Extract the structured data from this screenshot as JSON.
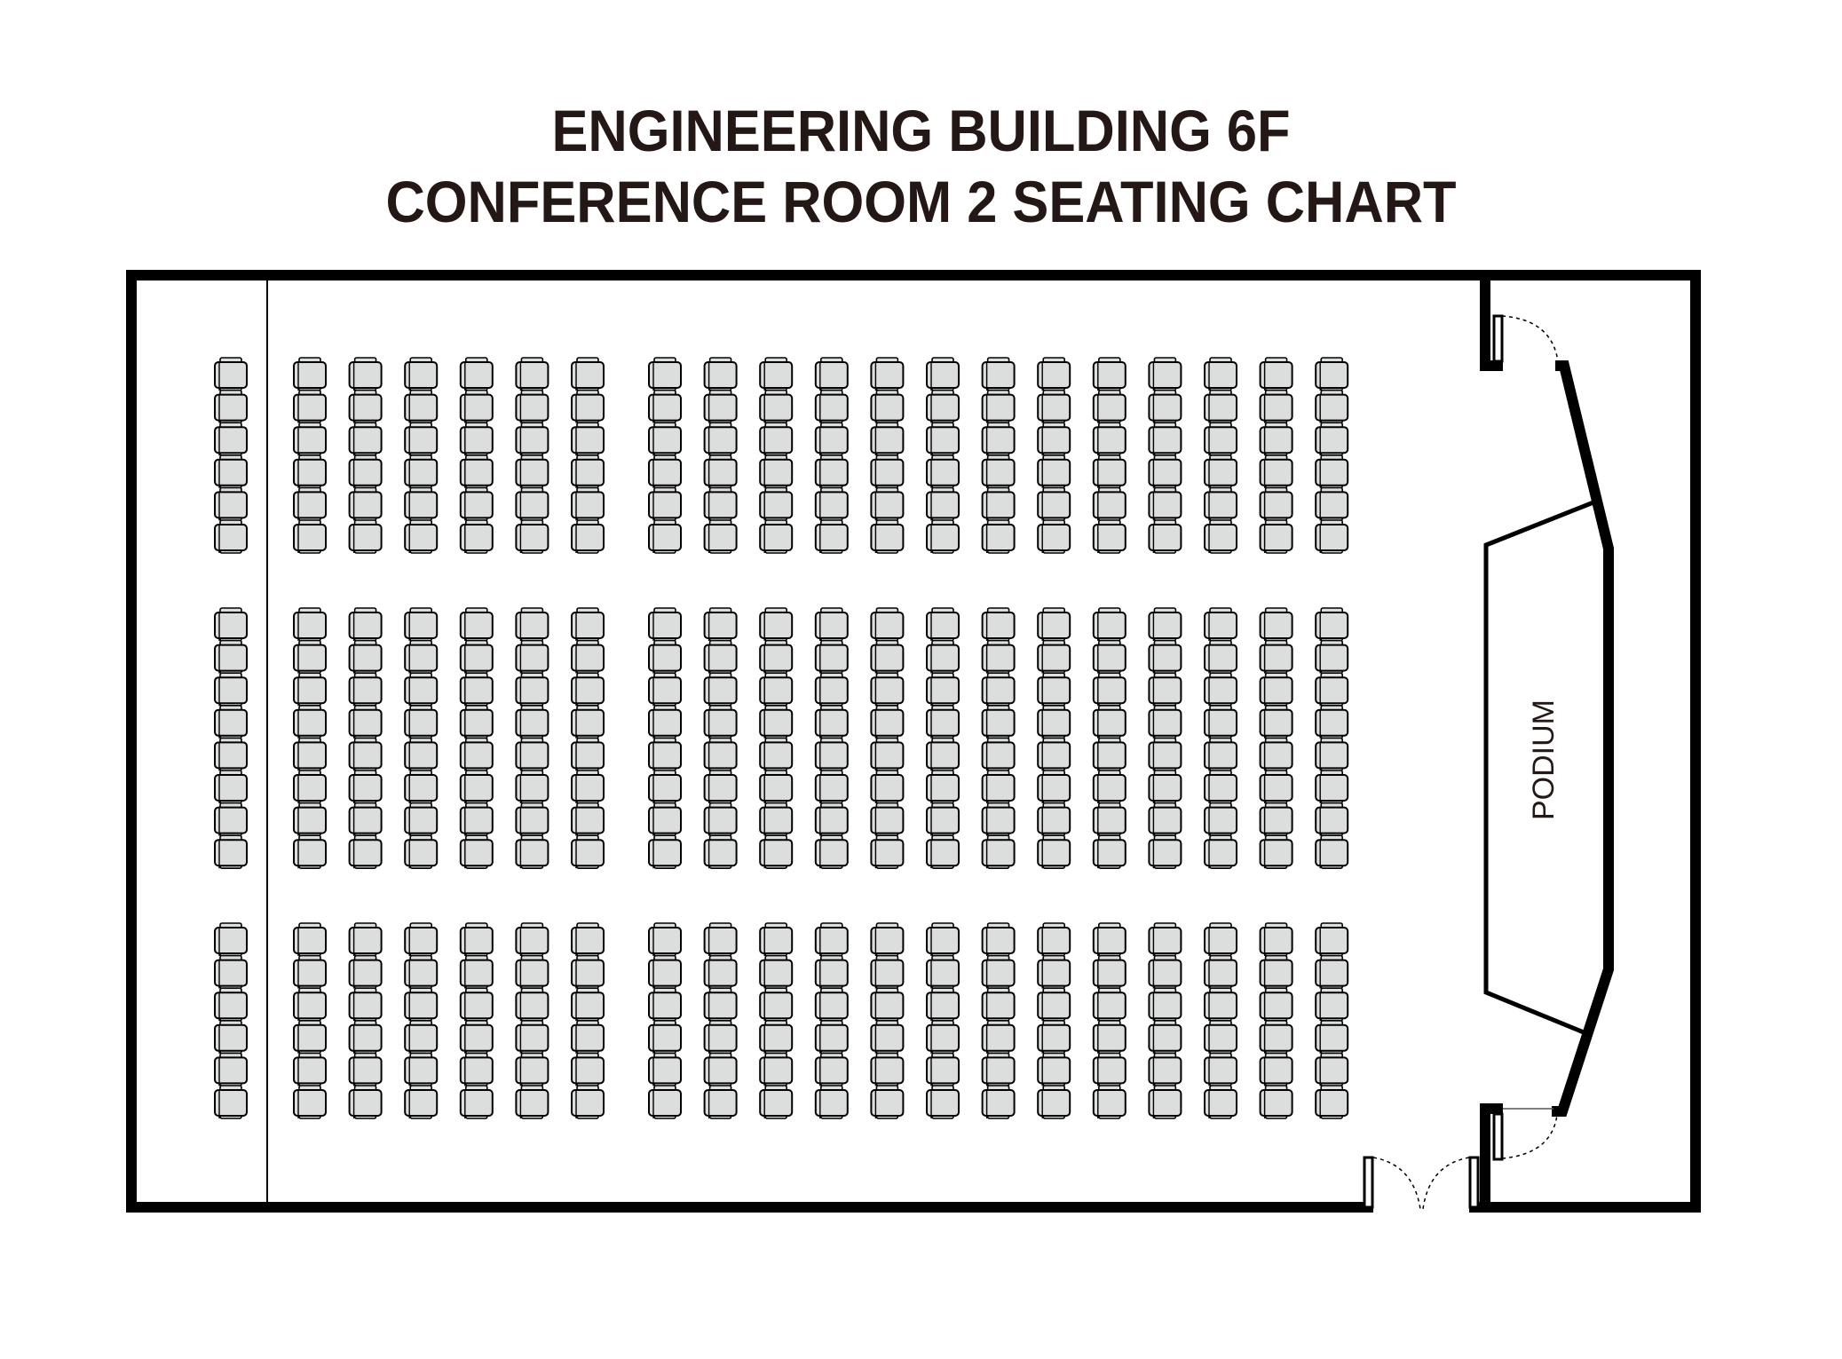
{
  "title": {
    "line1": "ENGINEERING BUILDING 6F",
    "line2": "CONFERENCE ROOM 2 SEATING CHART"
  },
  "podium": {
    "label": "PODIUM"
  },
  "colors": {
    "wall": "#000000",
    "text": "#231815",
    "seat_fill": "#dcdddd",
    "seat_stroke": "#000000"
  },
  "seating": {
    "sections": [
      {
        "name": "side-aisle-column",
        "columns": 1,
        "blocks_rows": [
          6,
          8,
          6
        ]
      },
      {
        "name": "left-section",
        "columns": 6,
        "blocks_rows": [
          6,
          8,
          6
        ]
      },
      {
        "name": "right-section",
        "columns": 13,
        "blocks_rows": [
          6,
          8,
          6
        ]
      }
    ],
    "total_columns": 20,
    "seats_per_column": 20,
    "total_seats": 400
  },
  "doors": [
    {
      "name": "top-right-door",
      "type": "single"
    },
    {
      "name": "bottom-right-door",
      "type": "single"
    },
    {
      "name": "bottom-double-door",
      "type": "double"
    }
  ]
}
